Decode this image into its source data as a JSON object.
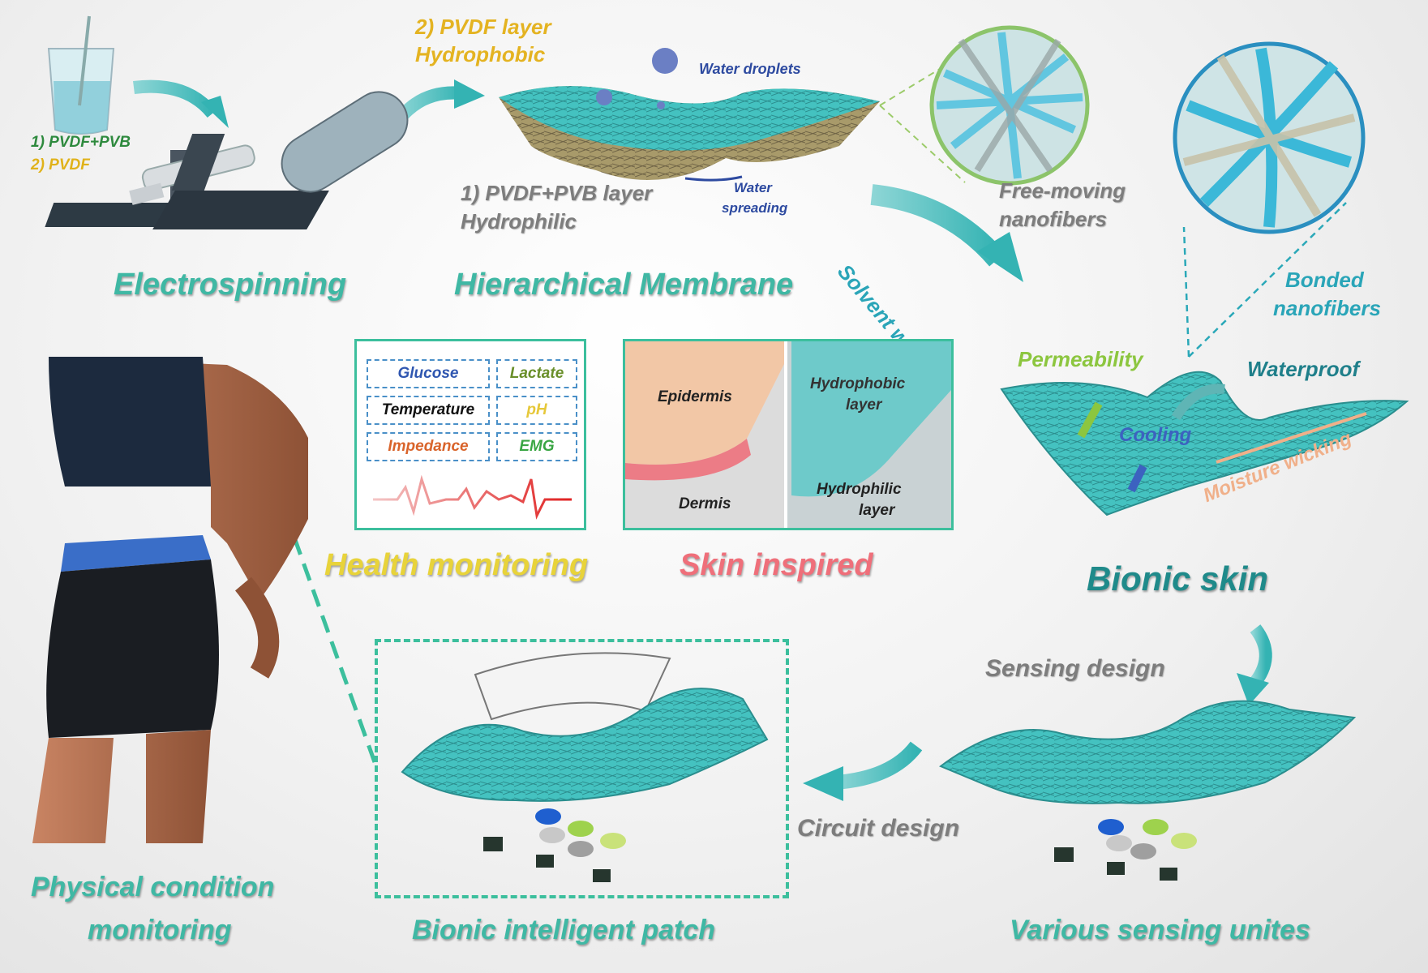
{
  "electrospinning": {
    "solution_1": "1) PVDF+PVB",
    "solution_2": "2) PVDF",
    "stage": "Electrospinning"
  },
  "membrane": {
    "layer_2": "2) PVDF layer",
    "layer_2_property": "Hydrophobic",
    "layer_1": "1) PVDF+PVB layer",
    "layer_1_property": "Hydrophilic",
    "water_droplets": "Water droplets",
    "water_spreading": [
      "Water",
      "spreading"
    ],
    "stage": "Hierarchical Membrane"
  },
  "nanofibers": {
    "free_moving": [
      "Free-moving",
      "nanofibers"
    ],
    "bonded": [
      "Bonded",
      "nanofibers"
    ],
    "solvent_welding": "Solvent welding"
  },
  "health_monitoring": {
    "metrics": [
      "Glucose",
      "Lactate",
      "Temperature",
      "pH",
      "Impedance",
      "EMG"
    ],
    "stage": "Health monitoring",
    "colors": [
      "#2f56b0",
      "#6a8f2a",
      "#111111",
      "#e6c83a",
      "#d9642b",
      "#3aa644"
    ]
  },
  "skin": {
    "epidermis": "Epidermis",
    "dermis": "Dermis",
    "hydrophobic_layer": [
      "Hydrophobic",
      "layer"
    ],
    "hydrophilic_layer": [
      "Hydrophilic",
      "layer"
    ],
    "stage": "Skin inspired"
  },
  "bionic_skin": {
    "permeability": "Permeability",
    "waterproof": "Waterproof",
    "cooling": "Cooling",
    "moisture_wicking": "Moisture wicking",
    "stage": "Bionic skin"
  },
  "bottom": {
    "sensing_design": "Sensing design",
    "circuit_design": "Circuit design",
    "sensing_units": "Various sensing unites",
    "patch": "Bionic intelligent patch",
    "physical": [
      "Physical condition",
      "monitoring"
    ]
  },
  "colors": {
    "teal_label": "#3fb8a4",
    "fiber": "#35c6c6",
    "health_yellow": "#e8d33a",
    "skin_pink": "#ef6f7a"
  }
}
